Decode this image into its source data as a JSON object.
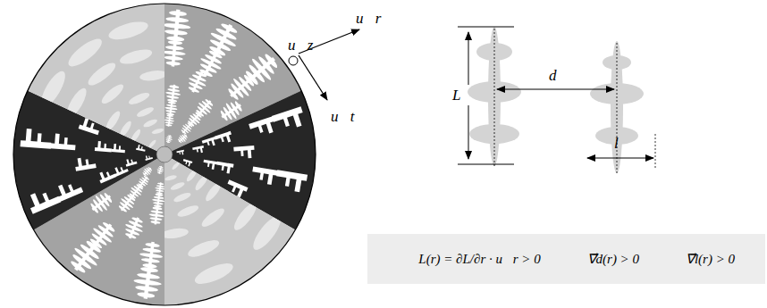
{
  "diagram": {
    "nodes": [
      {
        "text": [
          "∇⃗L(r) = ∂L/∂r · u⃗r > 0",
          "∇⃗d(r) > 0",
          "∇⃗l(r) > 0"
        ]
      }
    ],
    "labels": [
      "u⃗z",
      "u⃗r",
      "u⃗t",
      "L",
      "d",
      "l"
    ]
  }
}
